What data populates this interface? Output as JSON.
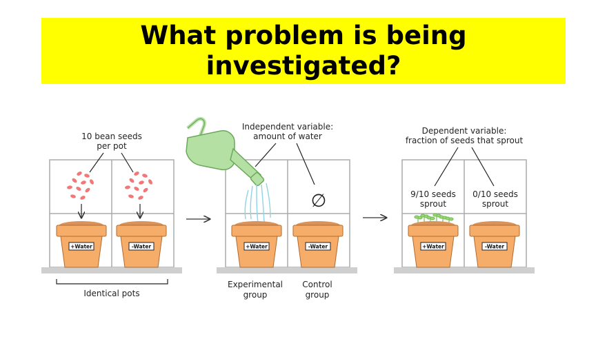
{
  "title": {
    "line1": "What problem is being",
    "line2": "investigated?"
  },
  "colors": {
    "banner": "#ffff00",
    "pot": "#f6ad6a",
    "pot_stroke": "#b26a2c",
    "soil": "#d8925a",
    "seed": "#f07878",
    "watering_can": "#b5e0a4",
    "water": "#8fd3e6",
    "sprout": "#9bd87a",
    "grid": "#aaaaaa",
    "shelf": "#cfcfcf"
  },
  "labels": {
    "seeds_line1": "10 bean seeds",
    "seeds_line2": "per pot",
    "independent_line1": "Independent variable:",
    "independent_line2": "amount of water",
    "dependent_line1": "Dependent variable:",
    "dependent_line2": "fraction of seeds that sprout",
    "sprout_plus_line1": "9/10 seeds",
    "sprout_plus_line2": "sprout",
    "sprout_minus_line1": "0/10 seeds",
    "sprout_minus_line2": "sprout",
    "identical_pots": "Identical pots",
    "experimental_line1": "Experimental",
    "experimental_line2": "group",
    "control_line1": "Control",
    "control_line2": "group",
    "none_symbol": "∅"
  },
  "pot_tags": {
    "p1": "+Water",
    "p2": "-Water",
    "p3": "+Water",
    "p4": "-Water",
    "p5": "+Water",
    "p6": "-Water"
  }
}
